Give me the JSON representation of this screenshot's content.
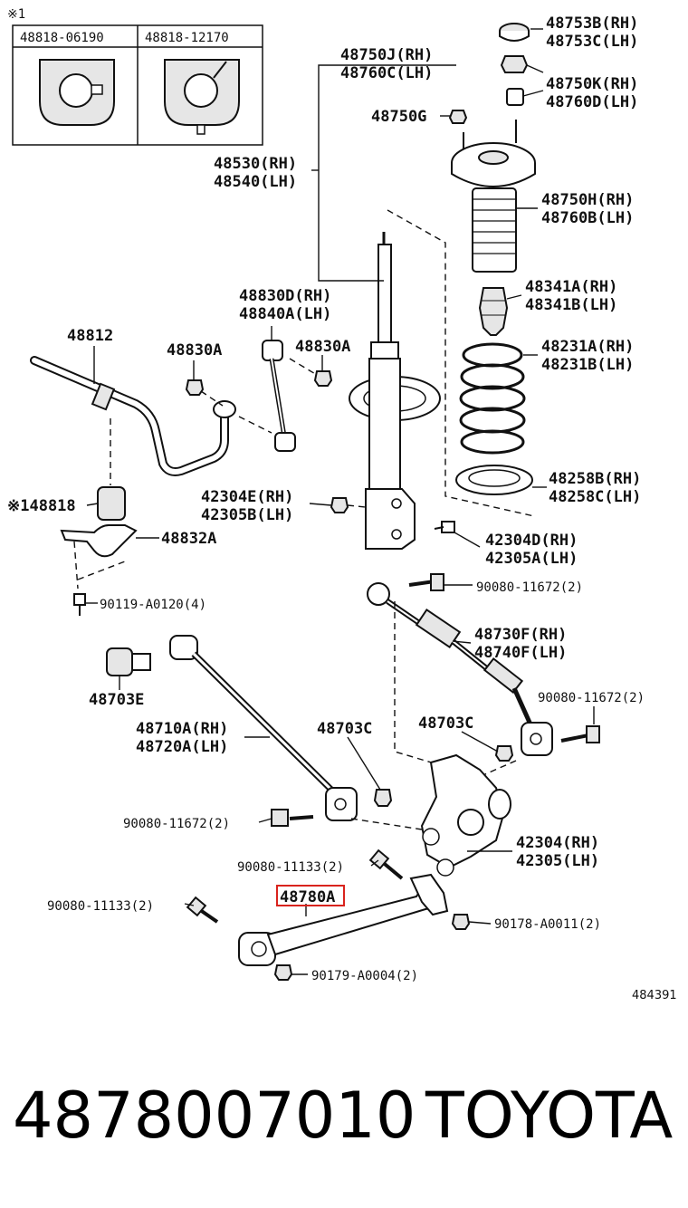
{
  "note_mark": "※1",
  "inset": {
    "left_part": "48818-06190",
    "right_part": "48818-12170"
  },
  "labels": {
    "p48753": [
      "48753B(RH)",
      "48753C(LH)"
    ],
    "p48750j": [
      "48750J(RH)",
      "48760C(LH)"
    ],
    "p48750k": [
      "48750K(RH)",
      "48760D(LH)"
    ],
    "p48750g": "48750G",
    "p48530": [
      "48530(RH)",
      "48540(LH)"
    ],
    "p48750h": [
      "48750H(RH)",
      "48760B(LH)"
    ],
    "p48341": [
      "48341A(RH)",
      "48341B(LH)"
    ],
    "p48830d": [
      "48830D(RH)",
      "48840A(LH)"
    ],
    "p48812": "48812",
    "p48830a_left": "48830A",
    "p48830a_right": "48830A",
    "p48231": [
      "48231A(RH)",
      "48231B(LH)"
    ],
    "p48258": [
      "48258B(RH)",
      "48258C(LH)"
    ],
    "p48818": "※148818",
    "p42304e": [
      "42304E(RH)",
      "42305B(LH)"
    ],
    "p48832": "48832A",
    "p42304d": [
      "42304D(RH)",
      "42305A(LH)"
    ],
    "p90119": "90119-A0120(4)",
    "p90080_top": "90080-11672(2)",
    "p48730": [
      "48730F(RH)",
      "48740F(LH)"
    ],
    "p48703e": "48703E",
    "p90080_right": "90080-11672(2)",
    "p48710": [
      "48710A(RH)",
      "48720A(LH)"
    ],
    "p48703c_left": "48703C",
    "p48703c_right": "48703C",
    "p90080_left": "90080-11672(2)",
    "p42304": [
      "42304(RH)",
      "42305(LH)"
    ],
    "p90080_11133_upper": "90080-11133(2)",
    "p48780": "48780A",
    "p90080_11133_lower": "90080-11133(2)",
    "p90178": "90178-A0011(2)",
    "p90179": "90179-A0004(2)",
    "diagram_code": "484391"
  },
  "footer": {
    "part_number": "4878007010",
    "brand": "TOYOTA"
  },
  "colors": {
    "highlight": "#d9231d",
    "ink": "#111111"
  }
}
